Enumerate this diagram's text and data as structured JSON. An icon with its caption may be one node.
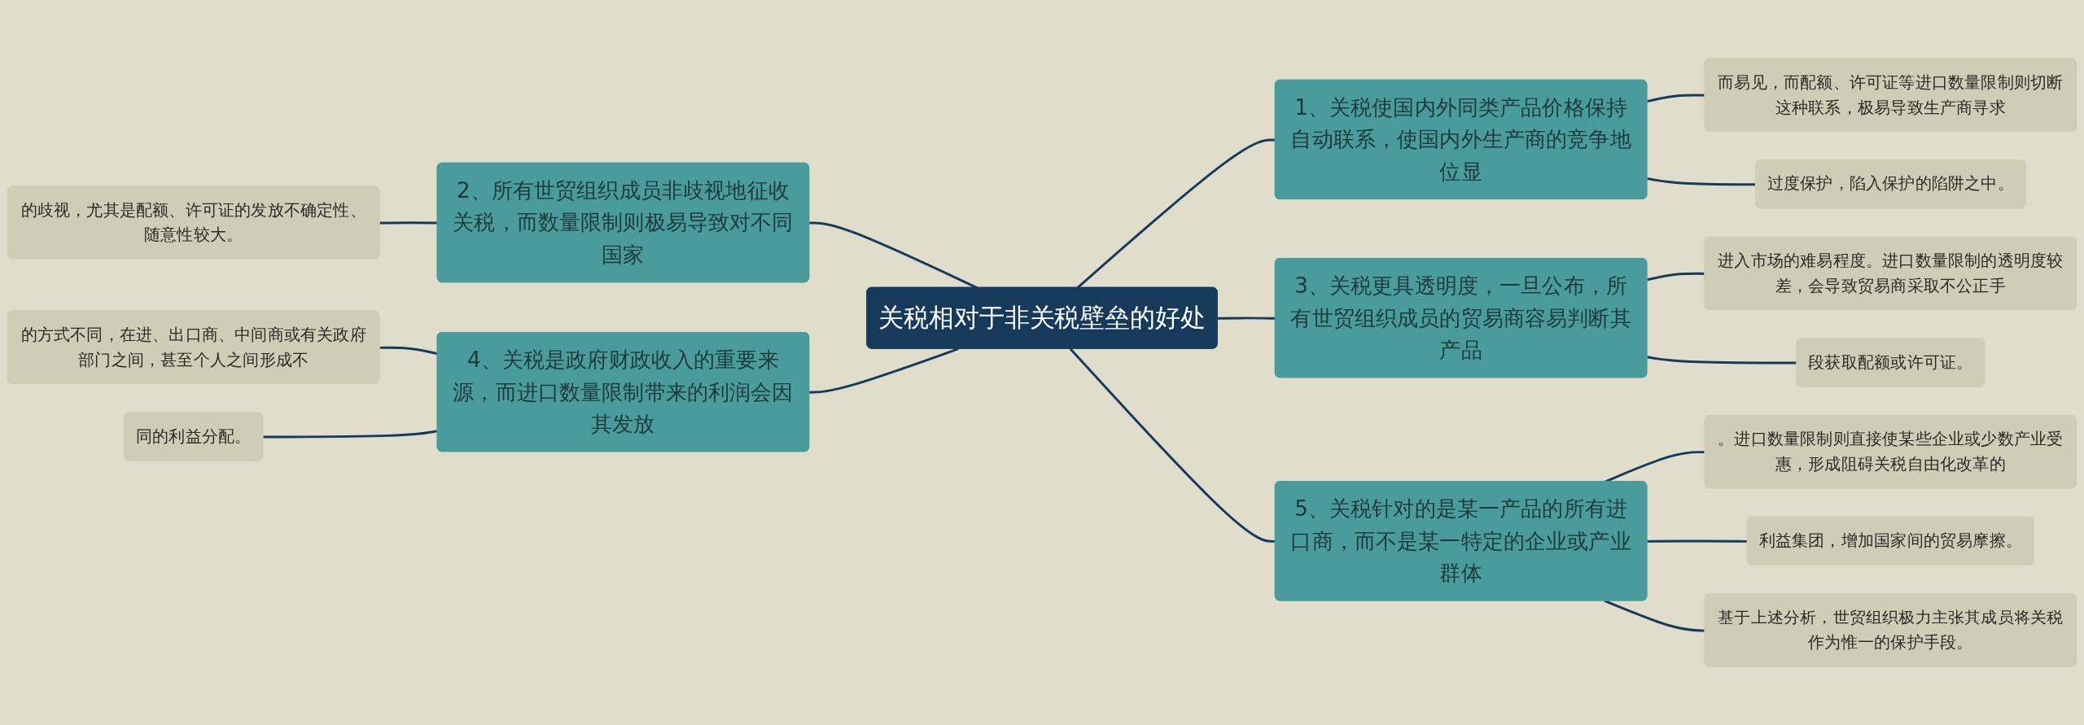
{
  "diagram": {
    "nodes": [
      {
        "text": [
          "关税相对于非关税壁垒的好处"
        ]
      },
      {
        "text": [
          "1、关税使国内外同类产品价格保持自动联系，使国内外生产商的竞争地位显"
        ]
      },
      {
        "text": [
          "而易见，而配额、许可证等进口数量限制则切断这种联系，极易导致生产商寻求"
        ]
      },
      {
        "text": [
          "过度保护，陷入保护的陷阱之中。"
        ]
      },
      {
        "text": [
          "2、所有世贸组织成员非歧视地征收关税，而数量限制则极易导致对不同国家"
        ]
      },
      {
        "text": [
          "的歧视，尤其是配额、许可证的发放不确定性、随意性较大。"
        ]
      },
      {
        "text": [
          "3、关税更具透明度，一旦公布，所有世贸组织成员的贸易商容易判断其产品"
        ]
      },
      {
        "text": [
          "进入市场的难易程度。进口数量限制的透明度较差，会导致贸易商采取不公正手"
        ]
      },
      {
        "text": [
          "段获取配额或许可证。"
        ]
      },
      {
        "text": [
          "4、关税是政府财政收入的重要来源，而进口数量限制带来的利润会因其发放"
        ]
      },
      {
        "text": [
          "的方式不同，在进、出口商、中间商或有关政府部门之间，甚至个人之间形成不"
        ]
      },
      {
        "text": [
          "同的利益分配。"
        ]
      },
      {
        "text": [
          "5、关税针对的是某一产品的所有进口商，而不是某一特定的企业或产业群体"
        ]
      },
      {
        "text": [
          "。进口数量限制则直接使某些企业或少数产业受惠，形成阻碍关税自由化改革的"
        ]
      },
      {
        "text": [
          "利益集团，增加国家间的贸易摩擦。"
        ]
      },
      {
        "text": [
          "基于上述分析，世贸组织极力主张其成员将关税作为惟一的保护手段。"
        ]
      }
    ],
    "edges": [
      {
        "from": 5,
        "to": 4,
        "arrow": "none"
      },
      {
        "from": 10,
        "to": 9,
        "arrow": "none"
      },
      {
        "from": 11,
        "to": 9,
        "arrow": "none"
      },
      {
        "from": 4,
        "to": 0,
        "arrow": "none"
      },
      {
        "from": 9,
        "to": 0,
        "arrow": "none"
      },
      {
        "from": 0,
        "to": 1,
        "arrow": "none"
      },
      {
        "from": 0,
        "to": 6,
        "arrow": "none"
      },
      {
        "from": 0,
        "to": 12,
        "arrow": "none"
      },
      {
        "from": 1,
        "to": 2,
        "arrow": "none"
      },
      {
        "from": 1,
        "to": 3,
        "arrow": "none"
      },
      {
        "from": 6,
        "to": 7,
        "arrow": "none"
      },
      {
        "from": 6,
        "to": 8,
        "arrow": "none"
      },
      {
        "from": 12,
        "to": 13,
        "arrow": "none"
      },
      {
        "from": 12,
        "to": 14,
        "arrow": "none"
      },
      {
        "from": 12,
        "to": 15,
        "arrow": "none"
      }
    ]
  }
}
